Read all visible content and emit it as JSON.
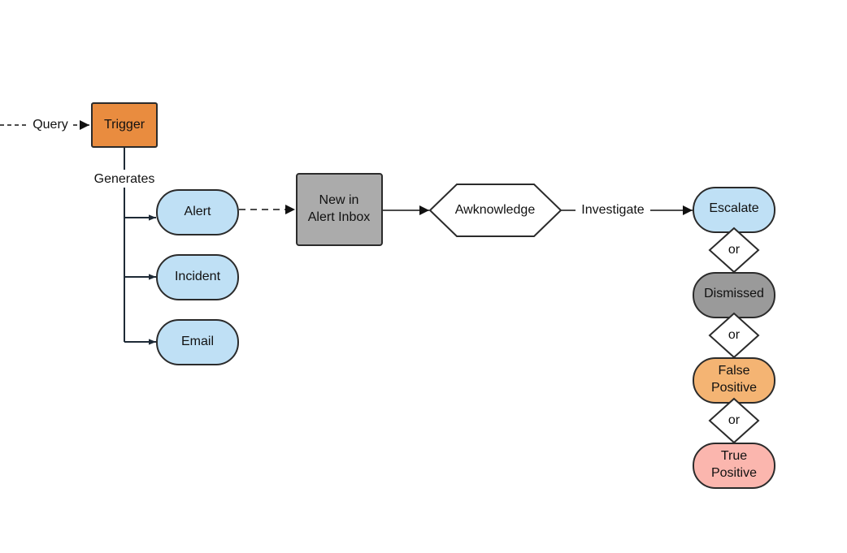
{
  "colors": {
    "trigger": "#E98C3F",
    "light_blue": "#BFE0F5",
    "gray": "#ABABAB",
    "dark_gray": "#9A9A9A",
    "orange_light": "#F4B473",
    "pink": "#FBB6AE",
    "stroke": "#2b2b2b",
    "white": "#ffffff"
  },
  "edges": {
    "query": "Query",
    "generates": "Generates",
    "investigate": "Investigate"
  },
  "nodes": {
    "trigger": "Trigger",
    "alert": "Alert",
    "incident": "Incident",
    "email": "Email",
    "inbox_line1": "New in",
    "inbox_line2": "Alert Inbox",
    "acknowledge": "Awknowledge",
    "escalate": "Escalate",
    "dismissed": "Dismissed",
    "false_positive_line1": "False",
    "false_positive_line2": "Positive",
    "true_positive_line1": "True",
    "true_positive_line2": "Positive"
  },
  "decisions": {
    "or1": "or",
    "or2": "or",
    "or3": "or"
  }
}
